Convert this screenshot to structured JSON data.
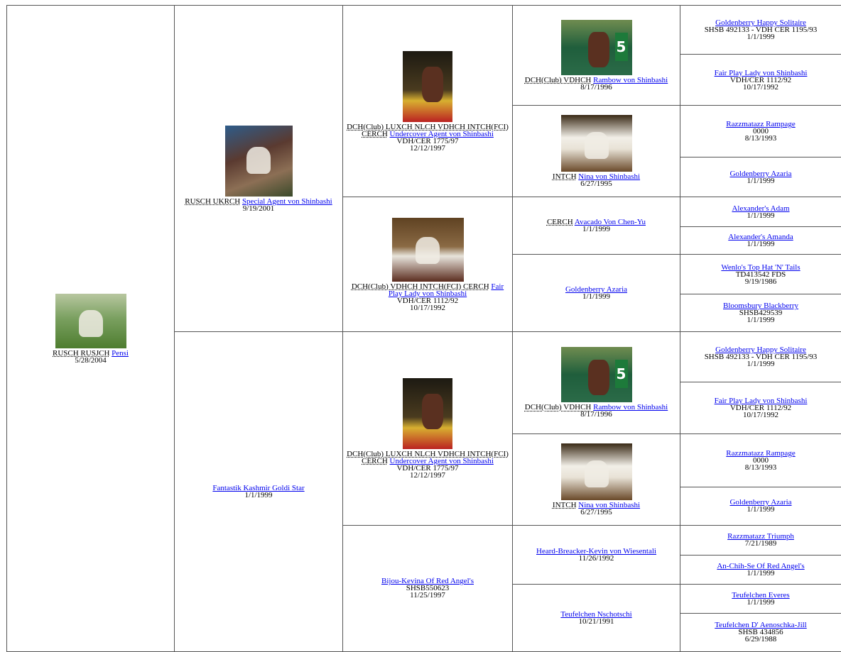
{
  "gen1": {
    "titles": "RUSCH RUSJCH",
    "name": "Pensi",
    "date": "5/28/2004",
    "photo": "photo-dog-on-grass"
  },
  "gen2": [
    {
      "titles": "RUSCH UKRCH",
      "name": "Special Agent von Shinbashi",
      "date": "9/19/2001",
      "photo": "photo-show-dog"
    },
    {
      "titles": "",
      "name": "Fantastik Kashmir Goldi Star",
      "date": "1/1/1999"
    }
  ],
  "gen3": [
    {
      "titles": "DCH(Club) LUXCH NLCH VDHCH INTCH(FCI) CERCH",
      "name": "Undercover Agent von Shinbashi",
      "reg": "VDH/CER 1775/97",
      "date": "12/12/1997"
    },
    {
      "titles": "DCH(Club) VDHCH INTCH(FCI) CERCH",
      "name": "Fair Play Lady von Shinbashi",
      "reg": "VDH/CER 1112/92",
      "date": "10/17/1992"
    },
    {
      "titles": "DCH(Club) LUXCH NLCH VDHCH INTCH(FCI) CERCH",
      "name": "Undercover Agent von Shinbashi",
      "reg": "VDH/CER 1775/97",
      "date": "12/12/1997"
    },
    {
      "titles": "",
      "name": "Bijou-Kevina Of Red Angel's",
      "reg": "SHSB550623",
      "date": "11/25/1997"
    }
  ],
  "gen4": [
    {
      "titles": "DCH(Club) VDHCH",
      "name": "Rambow von Shinbashi",
      "date": "8/17/1996"
    },
    {
      "titles": "INTCH",
      "name": "Nina von Shinbashi",
      "date": "6/27/1995"
    },
    {
      "titles": "CERCH",
      "name": "Avacado Von Chen-Yu",
      "date": "1/1/1999"
    },
    {
      "titles": "",
      "name": "Goldenberry Azaria",
      "date": "1/1/1999"
    },
    {
      "titles": "DCH(Club) VDHCH",
      "name": "Rambow von Shinbashi",
      "date": "8/17/1996"
    },
    {
      "titles": "INTCH",
      "name": "Nina von Shinbashi",
      "date": "6/27/1995"
    },
    {
      "titles": "",
      "name": "Heard-Breacker-Kevin von Wiesentali",
      "date": "11/26/1992"
    },
    {
      "titles": "",
      "name": "Teufelchen Nschotschi",
      "date": "10/21/1991"
    }
  ],
  "gen5": [
    {
      "name": "Goldenberry Happy Solitaire",
      "reg": "SHSB 492133 - VDH CER 1195/93",
      "date": "1/1/1999"
    },
    {
      "name": "Fair Play Lady von Shinbashi",
      "reg": "VDH/CER 1112/92",
      "date": "10/17/1992"
    },
    {
      "name": "Razzmatazz Rampage",
      "reg": "0000",
      "date": "8/13/1993"
    },
    {
      "name": "Goldenberry Azaria",
      "reg": "",
      "date": "1/1/1999"
    },
    {
      "name": "Alexander's Adam",
      "reg": "",
      "date": "1/1/1999"
    },
    {
      "name": "Alexander's Amanda",
      "reg": "",
      "date": "1/1/1999"
    },
    {
      "name": "Wenlo's Top Hat 'N' Tails",
      "reg": "TD413542 FDS",
      "date": "9/19/1986"
    },
    {
      "name": "Bloomsbury Blackberry",
      "reg": "SHSB429539",
      "date": "1/1/1999"
    },
    {
      "name": "Goldenberry Happy Solitaire",
      "reg": "SHSB 492133 - VDH CER 1195/93",
      "date": "1/1/1999"
    },
    {
      "name": "Fair Play Lady von Shinbashi",
      "reg": "VDH/CER 1112/92",
      "date": "10/17/1992"
    },
    {
      "name": "Razzmatazz Rampage",
      "reg": "0000",
      "date": "8/13/1993"
    },
    {
      "name": "Goldenberry Azaria",
      "reg": "",
      "date": "1/1/1999"
    },
    {
      "name": "Razzmatazz Triumph",
      "reg": "",
      "date": "7/21/1989"
    },
    {
      "name": "An-Chih-Se Of Red Angel's",
      "reg": "",
      "date": "1/1/1999"
    },
    {
      "name": "Teufelchen Everes",
      "reg": "",
      "date": "1/1/1999"
    },
    {
      "name": "Teufelchen D' Aenoschka-Jill",
      "reg": "SHSB 434856",
      "date": "6/29/1988"
    }
  ]
}
